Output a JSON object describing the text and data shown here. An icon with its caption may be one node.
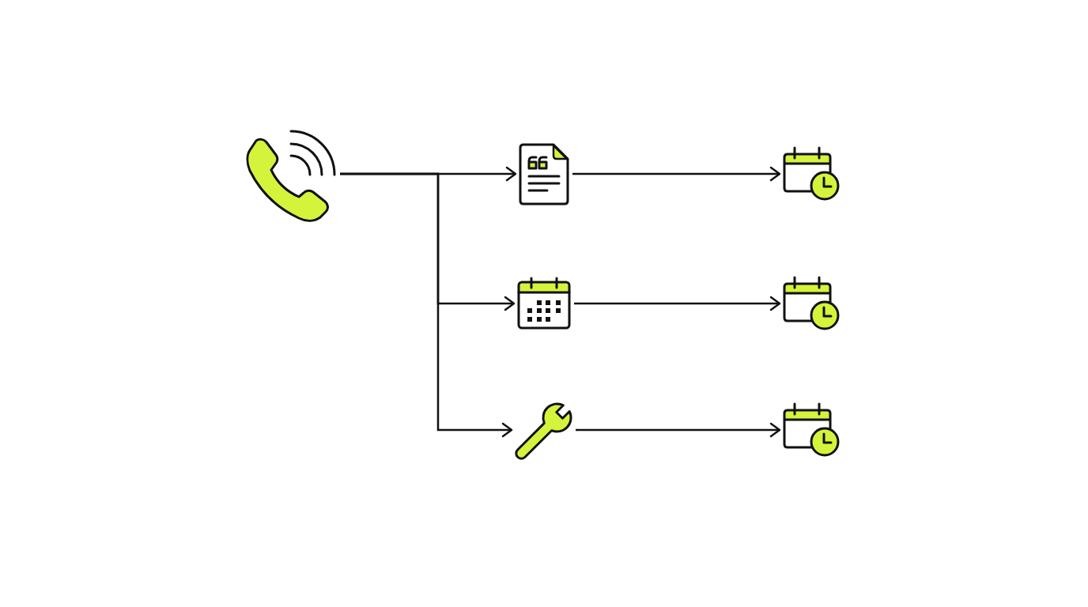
{
  "diagram": {
    "nodes": [
      {
        "text": [],
        "shape": "picture"
      },
      {
        "text": [],
        "shape": "picture"
      },
      {
        "text": [],
        "shape": "picture"
      },
      {
        "text": [],
        "shape": "picture"
      },
      {
        "text": [],
        "shape": "picture"
      },
      {
        "text": [],
        "shape": "picture"
      },
      {
        "text": [],
        "shape": "picture"
      }
    ],
    "edges": [
      {
        "from": 0,
        "to": 1,
        "arrow": "to"
      },
      {
        "from": 0,
        "to": 2,
        "arrow": "to"
      },
      {
        "from": 0,
        "to": 3,
        "arrow": "to"
      },
      {
        "from": 1,
        "to": 4,
        "arrow": "to"
      },
      {
        "from": 2,
        "to": 5,
        "arrow": "to"
      },
      {
        "from": 3,
        "to": 6,
        "arrow": "to"
      }
    ]
  }
}
